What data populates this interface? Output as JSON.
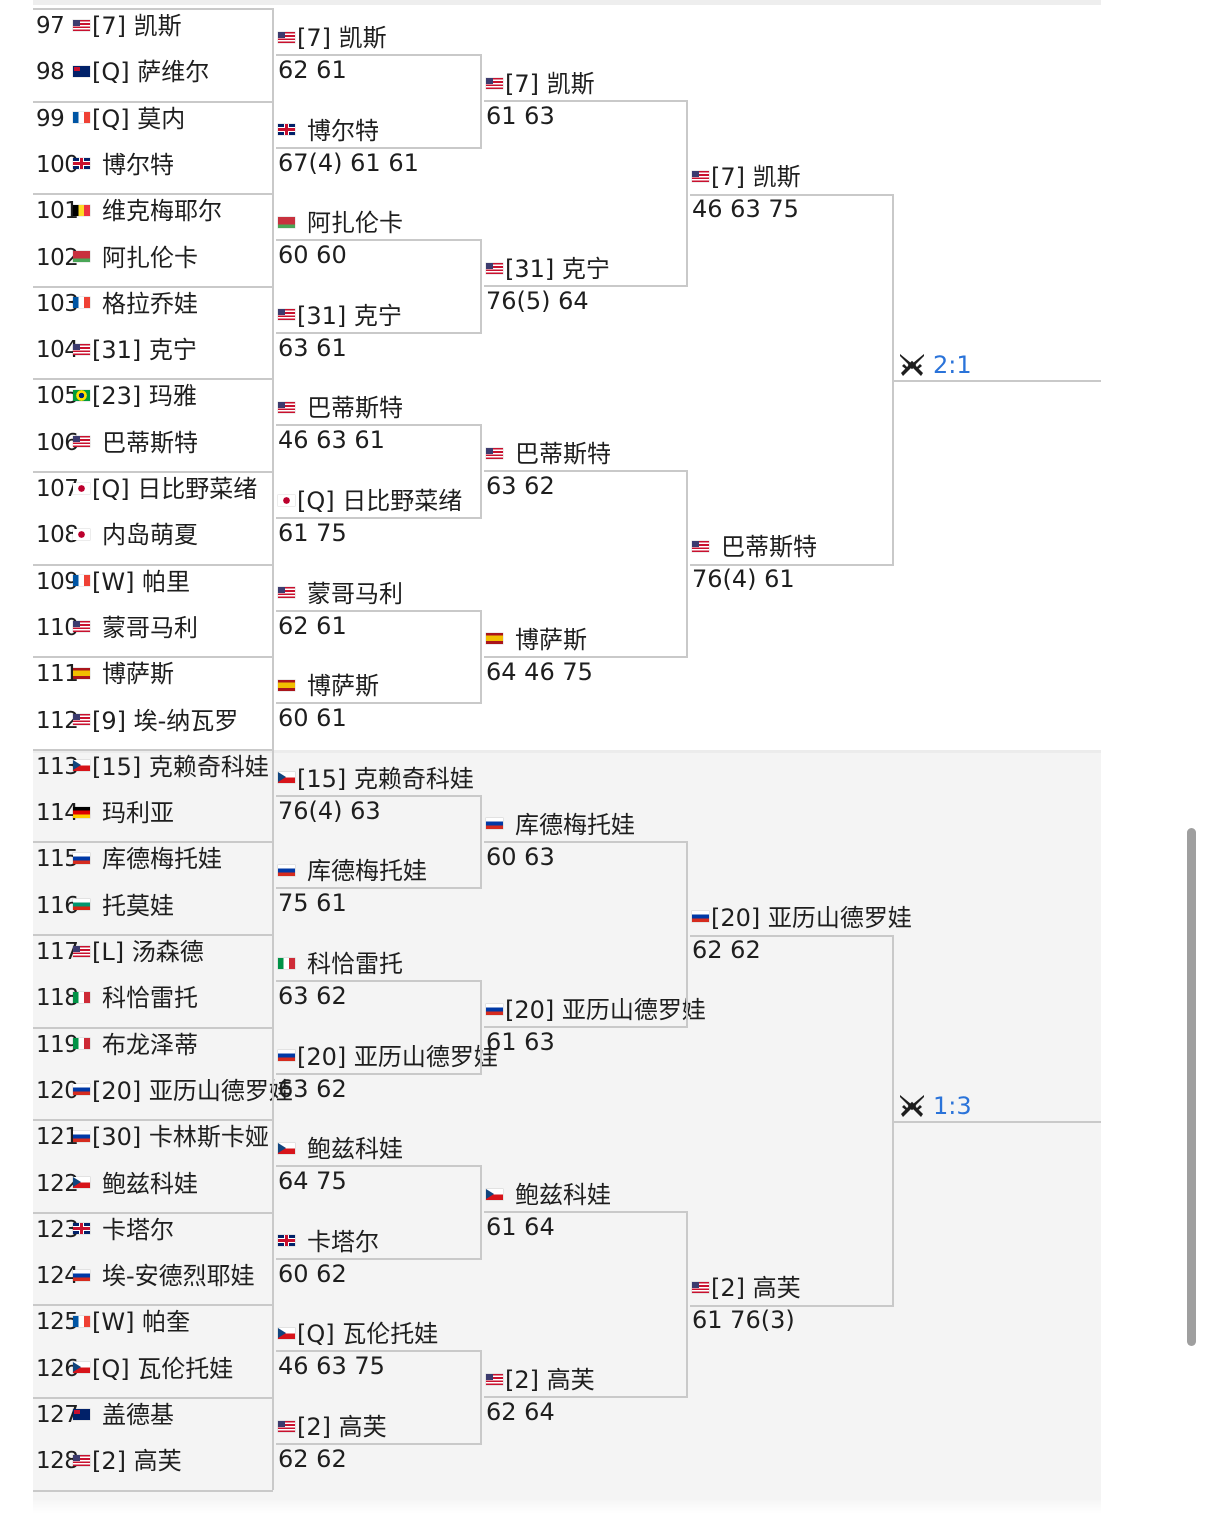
{
  "round1": [
    {
      "seed": "97",
      "flag": "usa",
      "name": "[7] 凯斯"
    },
    {
      "seed": "98",
      "flag": "aus",
      "name": "[Q] 萨维尔"
    },
    {
      "seed": "99",
      "flag": "fra",
      "name": "[Q] 莫内"
    },
    {
      "seed": "100",
      "flag": "gbr",
      "name": "博尔特"
    },
    {
      "seed": "101",
      "flag": "bel",
      "name": "维克梅耶尔"
    },
    {
      "seed": "102",
      "flag": "blr",
      "name": "阿扎伦卡"
    },
    {
      "seed": "103",
      "flag": "fra",
      "name": "格拉乔娃"
    },
    {
      "seed": "104",
      "flag": "usa",
      "name": "[31] 克宁"
    },
    {
      "seed": "105",
      "flag": "bra",
      "name": "[23] 玛雅"
    },
    {
      "seed": "106",
      "flag": "usa",
      "name": "巴蒂斯特"
    },
    {
      "seed": "107",
      "flag": "jpn",
      "name": "[Q] 日比野菜绪"
    },
    {
      "seed": "108",
      "flag": "jpn",
      "name": "内岛萌夏"
    },
    {
      "seed": "109",
      "flag": "fra",
      "name": "[W] 帕里"
    },
    {
      "seed": "110",
      "flag": "usa",
      "name": "蒙哥马利"
    },
    {
      "seed": "111",
      "flag": "esp",
      "name": "博萨斯"
    },
    {
      "seed": "112",
      "flag": "usa",
      "name": "[9] 埃-纳瓦罗"
    },
    {
      "seed": "113",
      "flag": "cze",
      "name": "[15] 克赖奇科娃"
    },
    {
      "seed": "114",
      "flag": "ger",
      "name": "玛利亚"
    },
    {
      "seed": "115",
      "flag": "rus",
      "name": "库德梅托娃"
    },
    {
      "seed": "116",
      "flag": "bul",
      "name": "托莫娃"
    },
    {
      "seed": "117",
      "flag": "usa",
      "name": "[L] 汤森德"
    },
    {
      "seed": "118",
      "flag": "ita",
      "name": "科恰雷托"
    },
    {
      "seed": "119",
      "flag": "ita",
      "name": "布龙泽蒂"
    },
    {
      "seed": "120",
      "flag": "rus",
      "name": "[20] 亚历山德罗娃"
    },
    {
      "seed": "121",
      "flag": "rus",
      "name": "[30] 卡林斯卡娅"
    },
    {
      "seed": "122",
      "flag": "cze",
      "name": "鲍兹科娃"
    },
    {
      "seed": "123",
      "flag": "gbr",
      "name": "卡塔尔"
    },
    {
      "seed": "124",
      "flag": "rus",
      "name": "埃-安德烈耶娃"
    },
    {
      "seed": "125",
      "flag": "fra",
      "name": "[W] 帕奎"
    },
    {
      "seed": "126",
      "flag": "cze",
      "name": "[Q] 瓦伦托娃"
    },
    {
      "seed": "127",
      "flag": "aus",
      "name": "盖德基"
    },
    {
      "seed": "128",
      "flag": "usa",
      "name": "[2] 高芙"
    }
  ],
  "round2": [
    {
      "flag": "usa",
      "name": "[7] 凯斯",
      "score": "62 61"
    },
    {
      "flag": "gbr",
      "name": "博尔特",
      "score": "67(4) 61 61"
    },
    {
      "flag": "blr",
      "name": "阿扎伦卡",
      "score": "60 60"
    },
    {
      "flag": "usa",
      "name": "[31] 克宁",
      "score": "63 61"
    },
    {
      "flag": "usa",
      "name": "巴蒂斯特",
      "score": "46 63 61"
    },
    {
      "flag": "jpn",
      "name": "[Q] 日比野菜绪",
      "score": "61 75"
    },
    {
      "flag": "usa",
      "name": "蒙哥马利",
      "score": "62 61"
    },
    {
      "flag": "esp",
      "name": "博萨斯",
      "score": "60 61"
    },
    {
      "flag": "cze",
      "name": "[15] 克赖奇科娃",
      "score": "76(4) 63"
    },
    {
      "flag": "rus",
      "name": "库德梅托娃",
      "score": "75 61"
    },
    {
      "flag": "ita",
      "name": "科恰雷托",
      "score": "63 62"
    },
    {
      "flag": "rus",
      "name": "[20] 亚历山德罗娃",
      "score": "63 62"
    },
    {
      "flag": "cze",
      "name": "鲍兹科娃",
      "score": "64 75"
    },
    {
      "flag": "gbr",
      "name": "卡塔尔",
      "score": "60 62"
    },
    {
      "flag": "cze",
      "name": "[Q] 瓦伦托娃",
      "score": "46 63 75"
    },
    {
      "flag": "usa",
      "name": "[2] 高芙",
      "score": "62 62"
    }
  ],
  "round3": [
    {
      "flag": "usa",
      "name": "[7] 凯斯",
      "score": "61 63"
    },
    {
      "flag": "usa",
      "name": "[31] 克宁",
      "score": "76(5) 64"
    },
    {
      "flag": "usa",
      "name": "巴蒂斯特",
      "score": "63 62"
    },
    {
      "flag": "esp",
      "name": "博萨斯",
      "score": "64 46 75"
    },
    {
      "flag": "rus",
      "name": "库德梅托娃",
      "score": "60 63"
    },
    {
      "flag": "rus",
      "name": "[20] 亚历山德罗娃",
      "score": "61 63"
    },
    {
      "flag": "cze",
      "name": "鲍兹科娃",
      "score": "61 64"
    },
    {
      "flag": "usa",
      "name": "[2] 高芙",
      "score": "62 64"
    }
  ],
  "round4": [
    {
      "flag": "usa",
      "name": "[7] 凯斯",
      "score": "46 63 75"
    },
    {
      "flag": "usa",
      "name": "巴蒂斯特",
      "score": "76(4) 61"
    },
    {
      "flag": "rus",
      "name": "[20] 亚历山德罗娃",
      "score": "62 62"
    },
    {
      "flag": "usa",
      "name": "[2] 高芙",
      "score": "61 76(3)"
    }
  ],
  "predictions": [
    {
      "icon": "versus-swords-icon",
      "value": "2:1"
    },
    {
      "icon": "versus-swords-icon",
      "value": "1:3"
    }
  ],
  "colors": {
    "link": "#2a73d9",
    "line": "#c9c9c9",
    "text": "#1e1e1e"
  }
}
